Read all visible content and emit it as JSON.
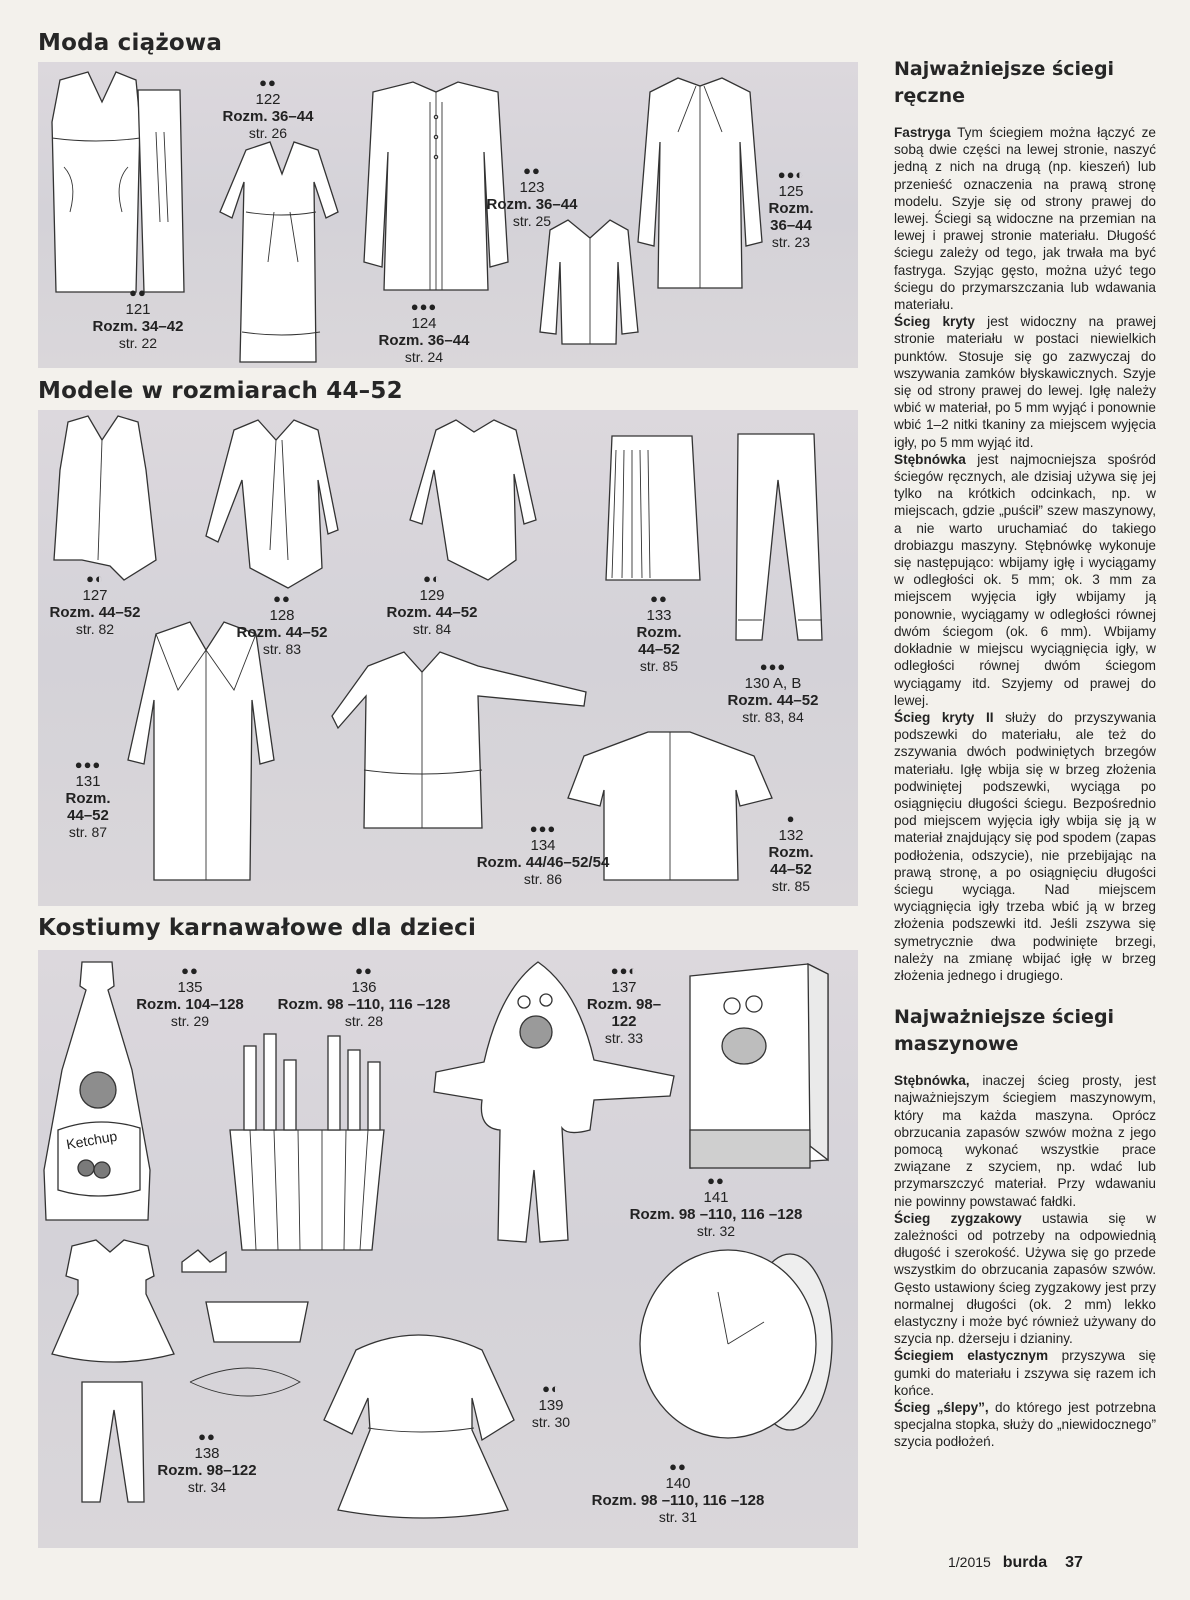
{
  "sections": [
    {
      "title": "Moda ciążowa"
    },
    {
      "title": "Modele w rozmiarach 44–52"
    },
    {
      "title": "Kostiumy karnawałowe dla dzieci"
    }
  ],
  "models": {
    "m121": {
      "dots": "●●",
      "number": "121",
      "size": "Rozm. 34–42",
      "page": "str. 22"
    },
    "m122": {
      "dots": "●●",
      "number": "122",
      "size": "Rozm. 36–44",
      "page": "str. 26"
    },
    "m123": {
      "dots": "●●",
      "number": "123",
      "size": "Rozm. 36–44",
      "page": "str. 25"
    },
    "m124": {
      "dots": "●●●",
      "number": "124",
      "size": "Rozm. 36–44",
      "page": "str. 24"
    },
    "m125": {
      "dots": "●●◐",
      "number": "125",
      "size": "Rozm. 36–44",
      "page": "str. 23"
    },
    "m127": {
      "dots": "●◐",
      "number": "127",
      "size": "Rozm. 44–52",
      "page": "str. 82"
    },
    "m128": {
      "dots": "●●",
      "number": "128",
      "size": "Rozm. 44–52",
      "page": "str. 83"
    },
    "m129": {
      "dots": "●◐",
      "number": "129",
      "size": "Rozm. 44–52",
      "page": "str. 84"
    },
    "m133": {
      "dots": "●●",
      "number": "133",
      "size": "Rozm. 44–52",
      "page": "str. 85"
    },
    "m130": {
      "dots": "●●●",
      "number": "130 A, B",
      "size": "Rozm. 44–52",
      "page": "str. 83, 84"
    },
    "m131": {
      "dots": "●●●",
      "number": "131",
      "size": "Rozm. 44–52",
      "page": "str. 87"
    },
    "m134": {
      "dots": "●●●",
      "number": "134",
      "size": "Rozm. 44/46–52/54",
      "page": "str. 86"
    },
    "m132": {
      "dots": "●",
      "number": "132",
      "size": "Rozm. 44–52",
      "page": "str. 85"
    },
    "m135": {
      "dots": "●●",
      "number": "135",
      "size": "Rozm. 104–128",
      "page": "str. 29"
    },
    "m136": {
      "dots": "●●",
      "number": "136",
      "size": "Rozm. 98 –110, 116 –128",
      "page": "str. 28"
    },
    "m137": {
      "dots": "●●◐",
      "number": "137",
      "size": "Rozm. 98–122",
      "page": "str. 33"
    },
    "m141": {
      "dots": "●●",
      "number": "141",
      "size": "Rozm. 98 –110, 116 –128",
      "page": "str. 32"
    },
    "m138": {
      "dots": "●●",
      "number": "138",
      "size": "Rozm. 98–122",
      "page": "str. 34"
    },
    "m139": {
      "dots": "●◐",
      "number": "139",
      "size": "",
      "page": "str. 30"
    },
    "m140": {
      "dots": "●●",
      "number": "140",
      "size": "Rozm. 98 –110, 116 –128",
      "page": "str. 31"
    }
  },
  "ketchup_label": "Ketchup",
  "sidebar": {
    "hand_title": "Najważniejsze ściegi ręczne",
    "hand": [
      {
        "term": "Fastryga",
        "text": " Tym ściegiem można łączyć ze sobą dwie części na lewej stronie, naszyć jedną z nich na drugą (np. kieszeń) lub przenieść oznaczenia na prawą stronę modelu. Szyje się od strony prawej do lewej. Ściegi są widoczne na przemian na lewej i prawej stronie materiału. Długość ściegu zależy od tego, jak trwała ma być fastryga. Szyjąc gęsto, można użyć tego ściegu do przymarszczania lub wdawania materiału."
      },
      {
        "term": "Ścieg kryty",
        "text": " jest widoczny na prawej stronie materiału w postaci niewielkich punktów. Stosuje się go zazwyczaj do wszywania zamków błyskawicznych. Szyje się od strony prawej do lewej. Igłę należy wbić w materiał, po 5 mm wyjąć i ponownie wbić 1–2 nitki tkaniny za miejscem wyjęcia igły, po 5 mm wyjąć itd."
      },
      {
        "term": "Stębnówka",
        "text": " jest najmocniejsza spośród ściegów ręcznych, ale dzisiaj używa się jej tylko na krótkich odcinkach, np. w miejscach, gdzie „puścił” szew maszynowy, a nie warto uruchamiać do takiego drobiazgu maszyny. Stębnówkę wykonuje się następująco: wbijamy igłę i wyciągamy w odległości ok. 5 mm; ok. 3 mm za miejscem wyjęcia igły wbijamy ją ponownie, wyciągamy w odległości równej dwóm ściegom (ok. 6 mm). Wbijamy dokładnie w miejscu wyciągnięcia igły, w odległości równej dwóm ściegom wyciągamy itd. Szyjemy od prawej do lewej."
      },
      {
        "term": "Ścieg kryty II",
        "text": " służy do przyszywania podszewki do materiału, ale też do zszywania dwóch podwiniętych brzegów materiału. Igłę wbija się w brzeg złożenia podwiniętej podszewki, wyciąga po osiągnięciu długości ściegu. Bezpośrednio pod miejscem wyjęcia igły wbija się ją w materiał znajdujący się pod spodem (zapas podłożenia, odszycie), nie przebijając na prawą stronę, a po osiągnięciu długości ściegu wyciąga. Nad miejscem wyciągnięcia igły trzeba wbić ją w brzeg złożenia podszewki itd. Jeśli zszywa się symetrycznie dwa podwinięte brzegi, należy na zmianę wbijać igłę w brzeg złożenia jednego i drugiego."
      }
    ],
    "machine_title": "Najważniejsze ściegi maszynowe",
    "machine": [
      {
        "term": "Stębnówka,",
        "text": " inaczej ścieg prosty, jest najważniejszym ściegiem maszynowym, który ma każda maszyna. Oprócz obrzucania zapasów szwów można z jego pomocą wykonać wszystkie prace związane z szyciem, np. wdać lub przymarszczyć materiał. Przy wdawaniu nie powinny powstawać fałdki."
      },
      {
        "term": "Ścieg zygzakowy",
        "text": " ustawia się w zależności od potrzeby na odpowiednią długość i szerokość. Używa się go przede wszystkim do obrzucania zapasów szwów. Gęsto ustawiony ścieg zygzakowy jest przy normalnej długości (ok. 2 mm) lekko elastyczny i może być również używany do szycia np. dżerseju i dzianiny."
      },
      {
        "term": "Ściegiem elastycznym",
        "text": " przyszywa się gumki do materiału i zszywa się razem ich końce."
      },
      {
        "term": "Ścieg „ślepy”,",
        "text": " do którego jest potrzebna specjalna stopka, służy do „niewidocznego” szycia podłożeń."
      }
    ]
  },
  "footer": {
    "issue": "1/2015",
    "brand": "burda",
    "page": "37"
  }
}
